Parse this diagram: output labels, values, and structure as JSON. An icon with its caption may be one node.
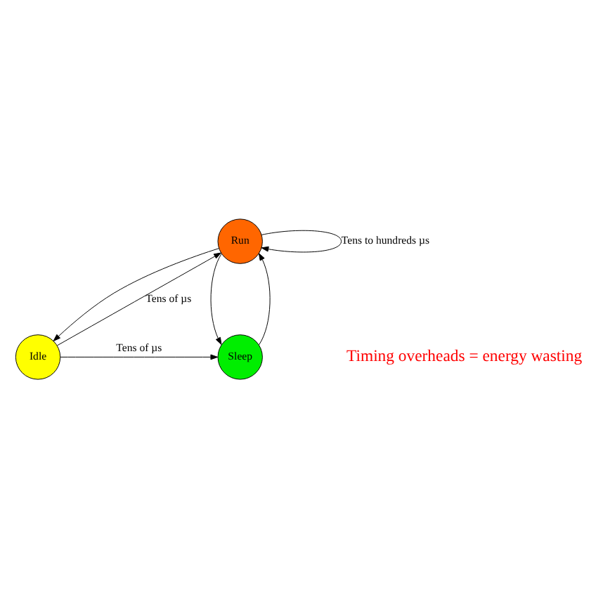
{
  "diagram": {
    "nodes": [
      {
        "text": [
          "Run"
        ]
      },
      {
        "text": [
          "Idle"
        ]
      },
      {
        "text": [
          "Sleep"
        ]
      }
    ],
    "edges": [
      {
        "from": 0,
        "to": 0,
        "arrow": "to",
        "label": "Tens to hundreds µs"
      },
      {
        "from": 1,
        "to": 0,
        "arrow": "to",
        "label": "Tens of µs"
      },
      {
        "from": 0,
        "to": 1,
        "arrow": "to"
      },
      {
        "from": 0,
        "to": 2,
        "arrow": "to"
      },
      {
        "from": 2,
        "to": 0,
        "arrow": "to"
      },
      {
        "from": 1,
        "to": 2,
        "arrow": "to",
        "label": "Tens of µs"
      }
    ],
    "labels": [
      "Timing overheads = energy wasting"
    ]
  }
}
